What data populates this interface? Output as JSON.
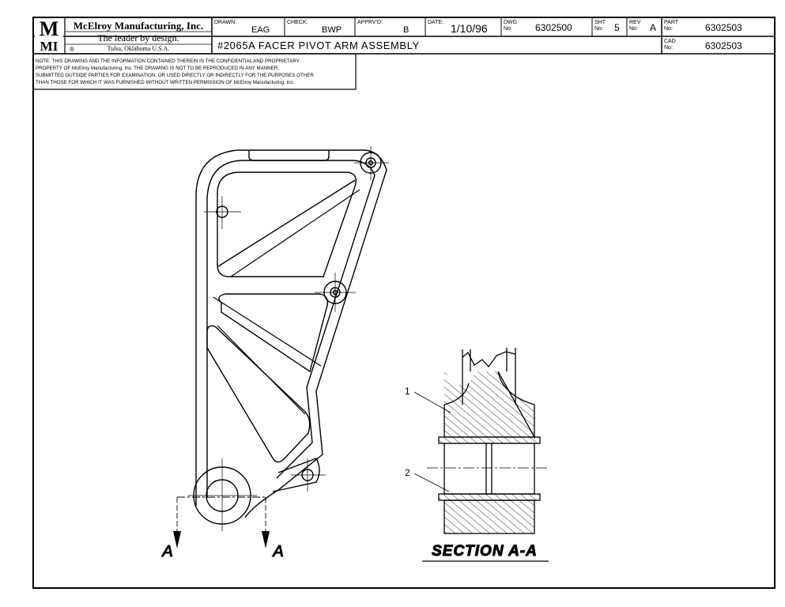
{
  "title_block": {
    "company": "McElroy Manufacturing, Inc.",
    "slogan": "The leader by design.",
    "location": "Tulsa, Oklahoma U.S.A.",
    "logo_text_top": "M",
    "logo_text_bottom": "MI",
    "registered_mark": "®",
    "drawn_label": "DRAWN:",
    "drawn_value": "EAG",
    "check_label": "CHECK:",
    "check_value": "BWP",
    "apprvd_label": "APPRV'D:",
    "apprvd_value": "B",
    "date_label": "DATE:",
    "date_value": "1/10/96",
    "dwg_label_1": "DWG",
    "dwg_label_2": "No:",
    "dwg_value": "6302500",
    "sht_label_1": "SHT",
    "sht_label_2": "No:",
    "sht_value": "5",
    "rev_label_1": "REV",
    "rev_label_2": "No:",
    "rev_value": "A",
    "part_label_1": "PART",
    "part_label_2": "No:",
    "part_value": "6302503",
    "cad_label_1": "CAD",
    "cad_label_2": "No:",
    "cad_value": "6302503",
    "drawing_title": "#2065A FACER PIVOT ARM ASSEMBLY"
  },
  "note": {
    "lines": [
      "NOTE: THIS DRAWING AND THE INFORMATION CONTAINED THEREIN IS THE CONFIDENTIAL AND PROPRIETARY",
      "PROPERTY OF McElroy Manufacturing, Inc. THE DRAWING IS NOT TO BE REPRODUCED IN ANY MANNER,",
      "SUBMITTED OUTSIDE PARTIES FOR EXAMINATION, OR USED DIRECTLY OR INDIRECTLY FOR THE PURPOSES OTHER",
      "THAN THOSE FOR WHICH IT WAS FURNISHED WITHOUT WRITTEN PERMISSION OF McElroy Manufacturing, Inc."
    ]
  },
  "drawing": {
    "section_mark_left": "A",
    "section_mark_right": "A",
    "section_title": "SECTION A-A",
    "callout_1": "1",
    "callout_2": "2"
  },
  "colors": {
    "ink": "#000000",
    "paper": "#ffffff"
  }
}
